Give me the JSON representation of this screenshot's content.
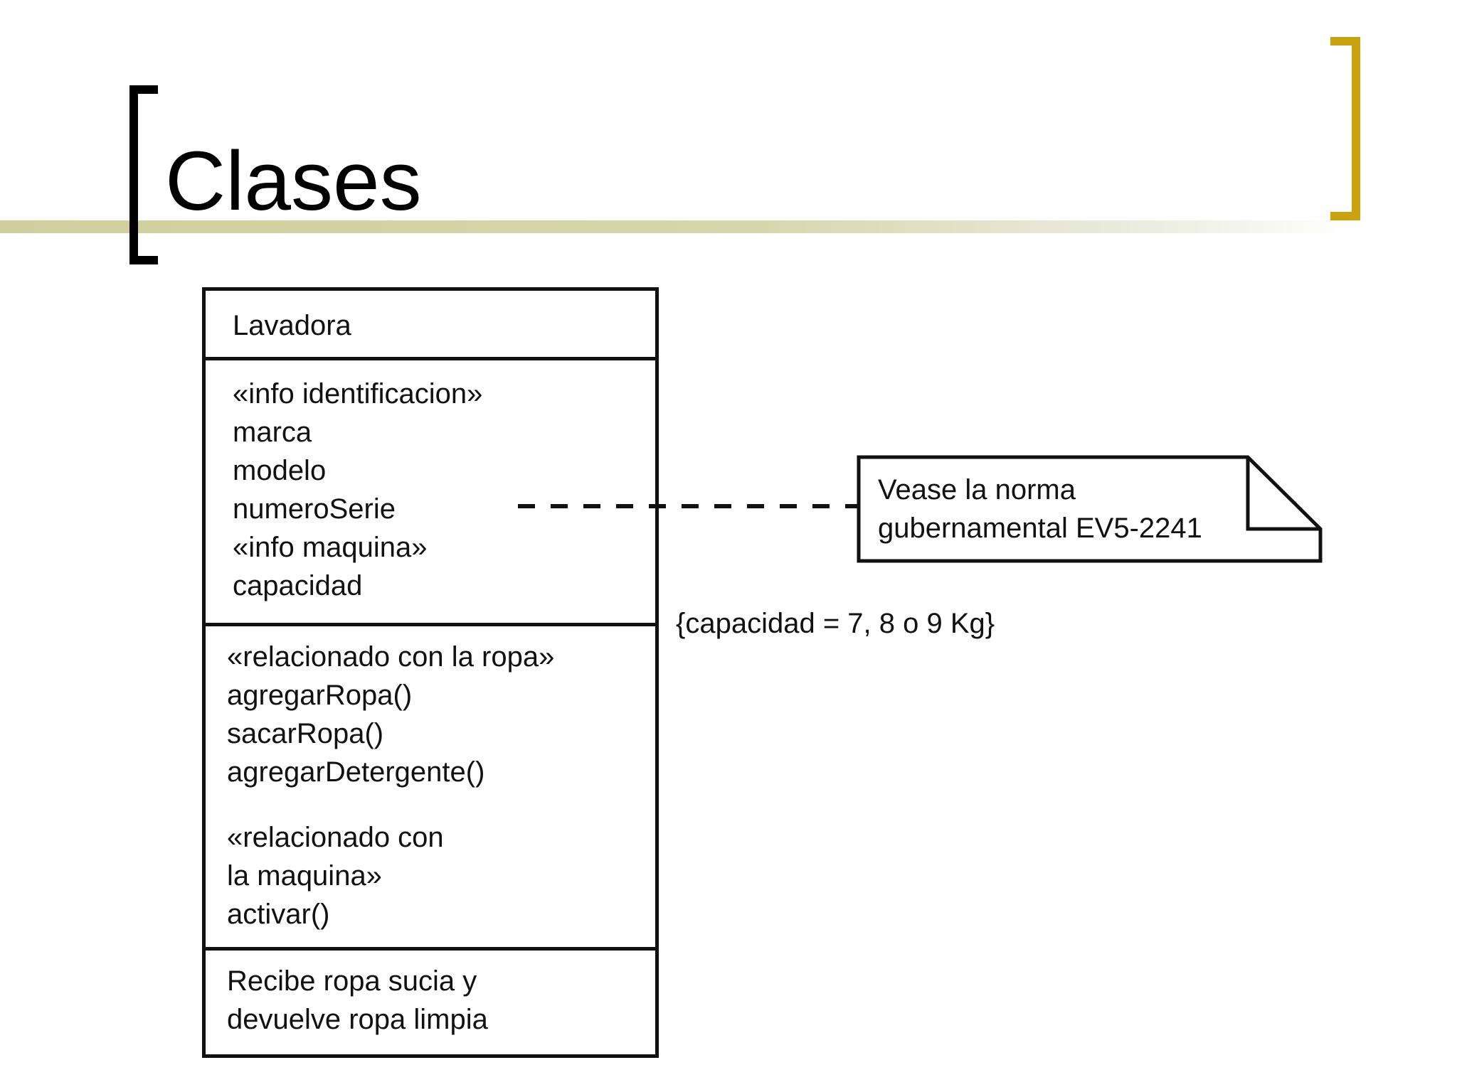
{
  "slide": {
    "title": "Clases",
    "colors": {
      "accent_bracket": "#c9a20f",
      "title_rule": "#cfcf9e",
      "ink": "#111111"
    }
  },
  "class": {
    "name": "Lavadora",
    "attributes": [
      "«info identificacion»",
      "marca",
      "modelo",
      "numeroSerie",
      "«info maquina»",
      "capacidad"
    ],
    "operations_group_1": [
      "«relacionado con la ropa»",
      "agregarRopa()",
      "sacarRopa()",
      "agregarDetergente()"
    ],
    "operations_group_2": [
      "«relacionado con",
      "la maquina»",
      "activar()"
    ],
    "responsibility": [
      "Recibe ropa sucia y",
      "devuelve ropa limpia"
    ]
  },
  "note": {
    "lines": [
      "Vease la norma",
      "gubernamental EV5-2241"
    ]
  },
  "constraint": {
    "text": "{capacidad = 7, 8 o 9 Kg}"
  }
}
